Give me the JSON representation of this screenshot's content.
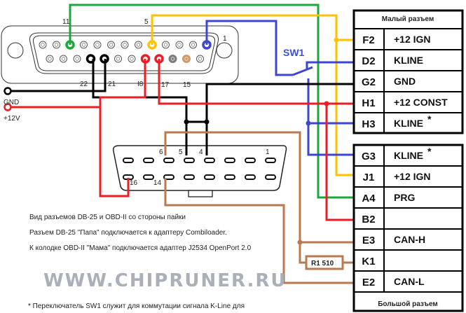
{
  "colors": {
    "green": "#1aa83a",
    "yellow": "#ffc200",
    "blue": "#3c46d0",
    "red": "#ee1c24",
    "black": "#000000",
    "brown": "#b97a50",
    "gray": "#7d7d7d",
    "tan": "#d29a6a"
  },
  "db25": {
    "pin_labels": {
      "p11": "11",
      "p5": "5",
      "p1": "1",
      "p22": "22",
      "p21": "21",
      "p18": "I8",
      "p17": "17",
      "p15": "15"
    }
  },
  "obd2": {
    "pin_labels": {
      "p6": "6",
      "p5": "5",
      "p4": "4",
      "p1": "1",
      "p16": "16",
      "p14": "14"
    }
  },
  "terminals": {
    "gnd": "GND",
    "v12": "+12V"
  },
  "switch": {
    "label": "SW1"
  },
  "resistor": {
    "label": "R1 510"
  },
  "small_connector": {
    "title": "Малый разъем",
    "rows": [
      {
        "code": "F2",
        "name": "+12 IGN"
      },
      {
        "code": "D2",
        "name": "KLINE"
      },
      {
        "code": "G2",
        "name": "GND"
      },
      {
        "code": "H1",
        "name": "+12 CONST"
      },
      {
        "code": "H3",
        "name": "KLINE",
        "mark": "*"
      }
    ]
  },
  "big_connector": {
    "title": "Большой разъем",
    "rows": [
      {
        "code": "G3",
        "name": "KLINE",
        "mark": "*"
      },
      {
        "code": "J1",
        "name": "+12 IGN"
      },
      {
        "code": "A4",
        "name": "PRG"
      },
      {
        "code": "B2",
        "name": ""
      },
      {
        "code": "E3",
        "name": "CAN-H"
      },
      {
        "code": "K1",
        "name": ""
      },
      {
        "code": "E2",
        "name": "CAN-L"
      }
    ]
  },
  "notes": [
    "Вид разъемов DB-25 и OBD-II со стороны пайки",
    "Разъем DB-25 \"Папа\" подключается к адаптеру Combiloader.",
    "К колодке OBD-II \"Мама\" подключается адаптер J2534 OpenPort 2.0"
  ],
  "watermark": "WWW.CHIPRUNER.RU",
  "footnote": "* Переключатель SW1 служит для коммутации сигнала K-Line для"
}
